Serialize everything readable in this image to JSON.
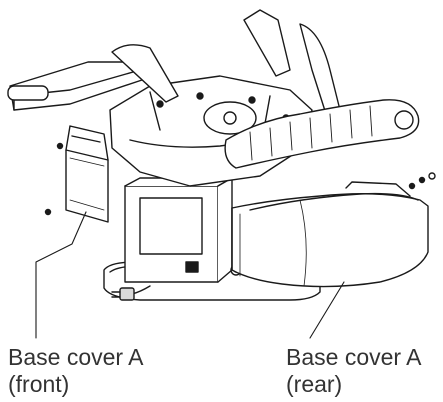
{
  "labels": {
    "front_line1": "Base cover A",
    "front_line2": "(front)",
    "rear_line1": "Base cover A",
    "rear_line2": "(rear)"
  },
  "colors": {
    "line": "#1a1a1a",
    "fill": "#ffffff",
    "shade": "#d9d9d9",
    "text": "#333333"
  },
  "icons": [
    "dental-chair-illustration",
    "screw-icon",
    "power-cord-icon"
  ]
}
